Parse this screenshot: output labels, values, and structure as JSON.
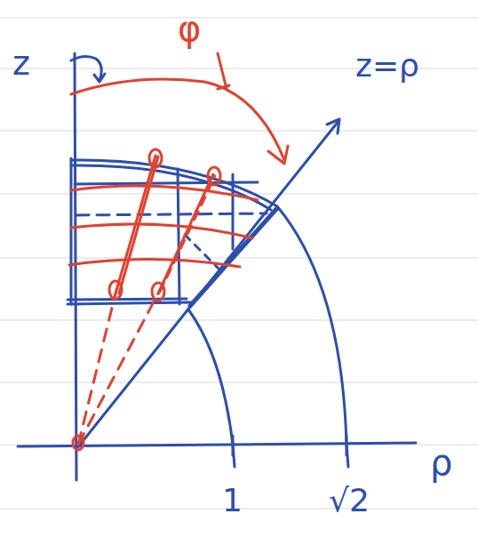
{
  "diagram": {
    "labels": [
      "z",
      "φ",
      "z=ρ",
      "1",
      "√2",
      "ρ"
    ]
  }
}
